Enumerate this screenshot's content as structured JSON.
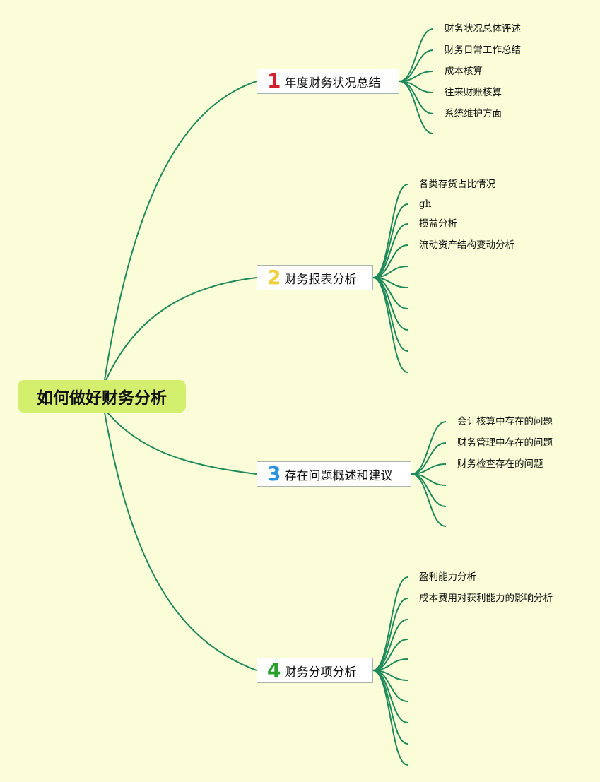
{
  "root": {
    "label": "如何做好财务分析"
  },
  "branches": [
    {
      "number": "1",
      "label": "年度财务状况总结",
      "number_color": "#d0202e",
      "children": [
        "财务状况总体评述",
        "财务日常工作总结",
        "成本核算",
        "往来财账核算",
        "系统维护方面"
      ]
    },
    {
      "number": "2",
      "label": "财务报表分析",
      "number_color": "#f2d03b",
      "children": [
        "各类存货占比情况",
        "gh",
        "损益分析",
        "流动资产结构变动分析"
      ]
    },
    {
      "number": "3",
      "label": "存在问题概述和建议",
      "number_color": "#2a93e0",
      "children": [
        "会计核算中存在的问题",
        "财务管理中存在的问题",
        "财务检查存在的问题"
      ]
    },
    {
      "number": "4",
      "label": "财务分项分析",
      "number_color": "#27a12b",
      "children": [
        "盈利能力分析",
        "成本费用对获利能力的影响分析"
      ]
    }
  ],
  "colors": {
    "background": "#fafdd7",
    "link": "#1f8a5c",
    "root_fill": "#d4ef6e"
  }
}
